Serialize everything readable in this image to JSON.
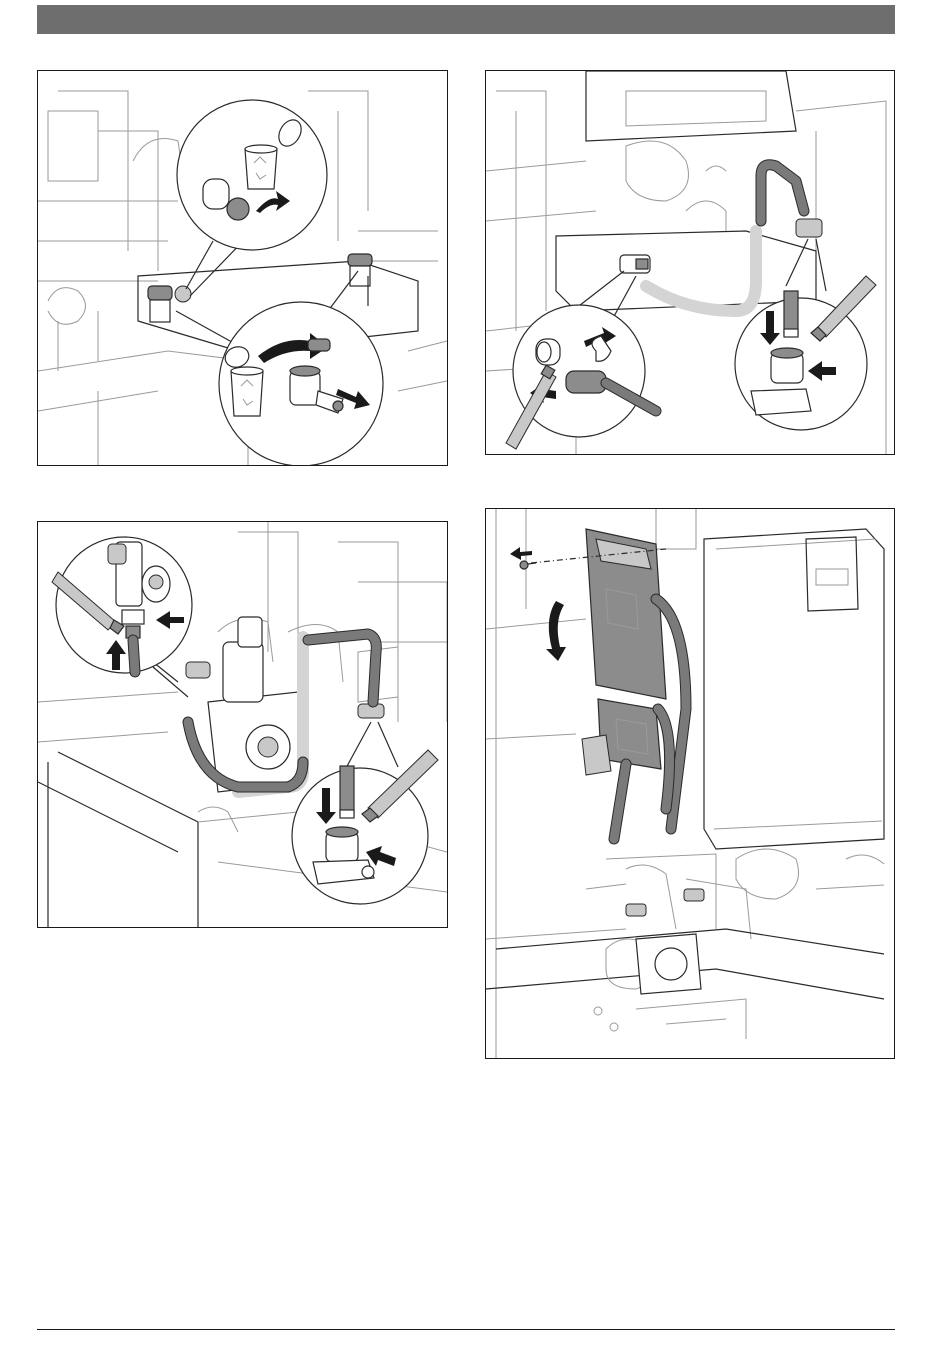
{
  "page": {
    "header_bar_color": "#6e6e6e",
    "panels": [
      {
        "id": "panel-1",
        "content": "plug-removal"
      },
      {
        "id": "panel-2",
        "content": "hose-fitting"
      },
      {
        "id": "panel-3",
        "content": "pump-hose-connection"
      },
      {
        "id": "panel-4",
        "content": "control-box-swing-out"
      }
    ]
  },
  "icons": {
    "arrow": "arrow-icon",
    "waste_bin": "waste-bin-icon",
    "grease_tube": "grease-tube-icon",
    "screw": "screw-icon"
  }
}
